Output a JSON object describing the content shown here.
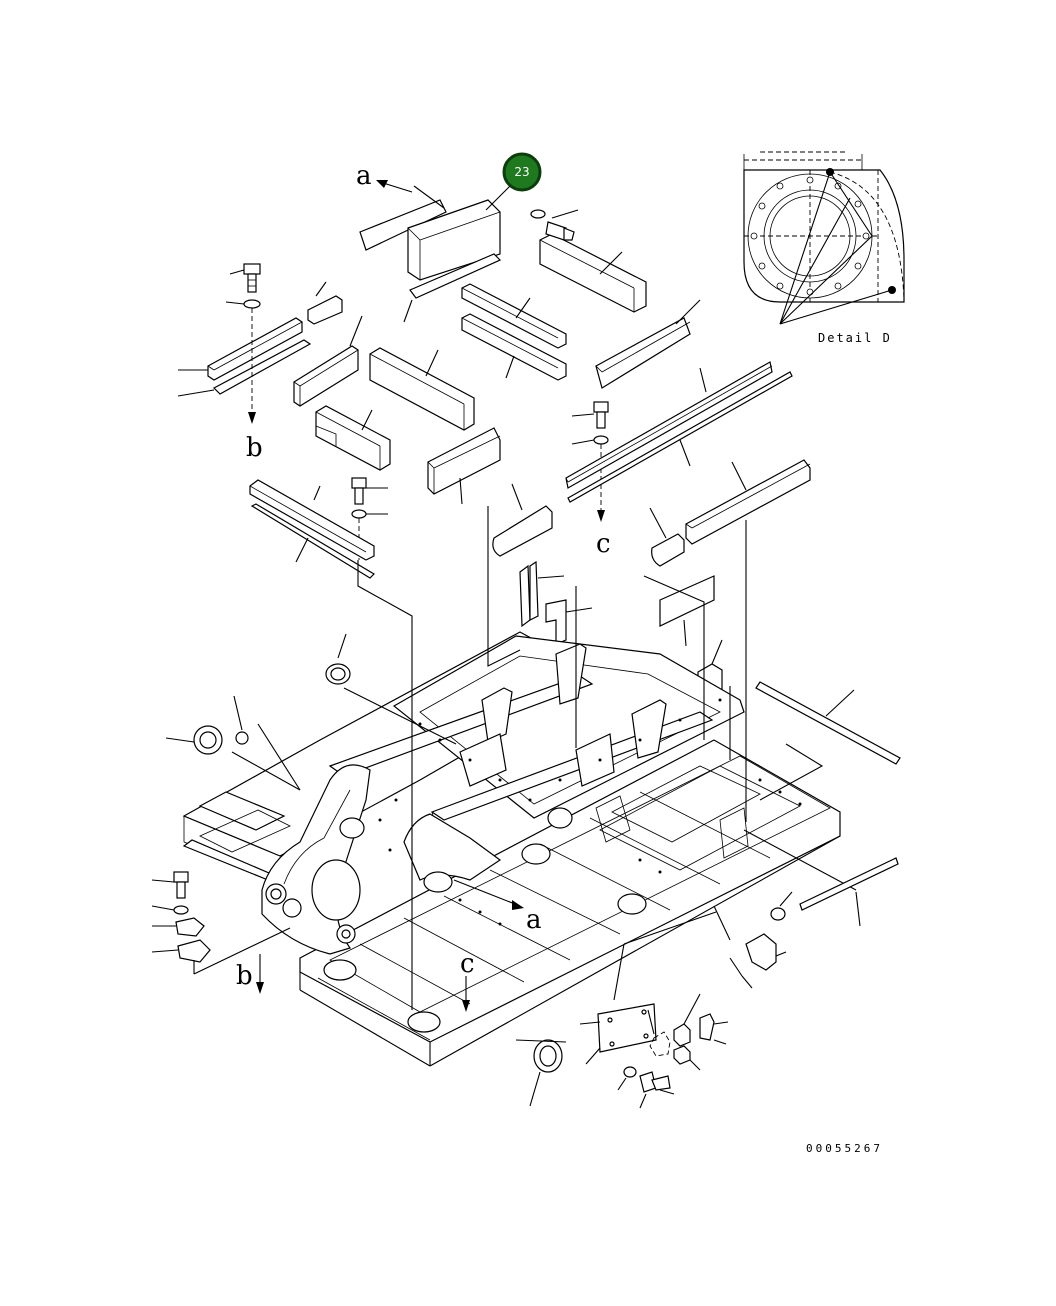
{
  "callout": {
    "number": "23"
  },
  "view_labels": {
    "a": "a",
    "b": "b",
    "c": "c"
  },
  "detail_label": "Detail D",
  "document_number": "00055267",
  "colors": {
    "callout_fill": "#1f7a1f",
    "line": "#000000",
    "background": "#ffffff"
  }
}
